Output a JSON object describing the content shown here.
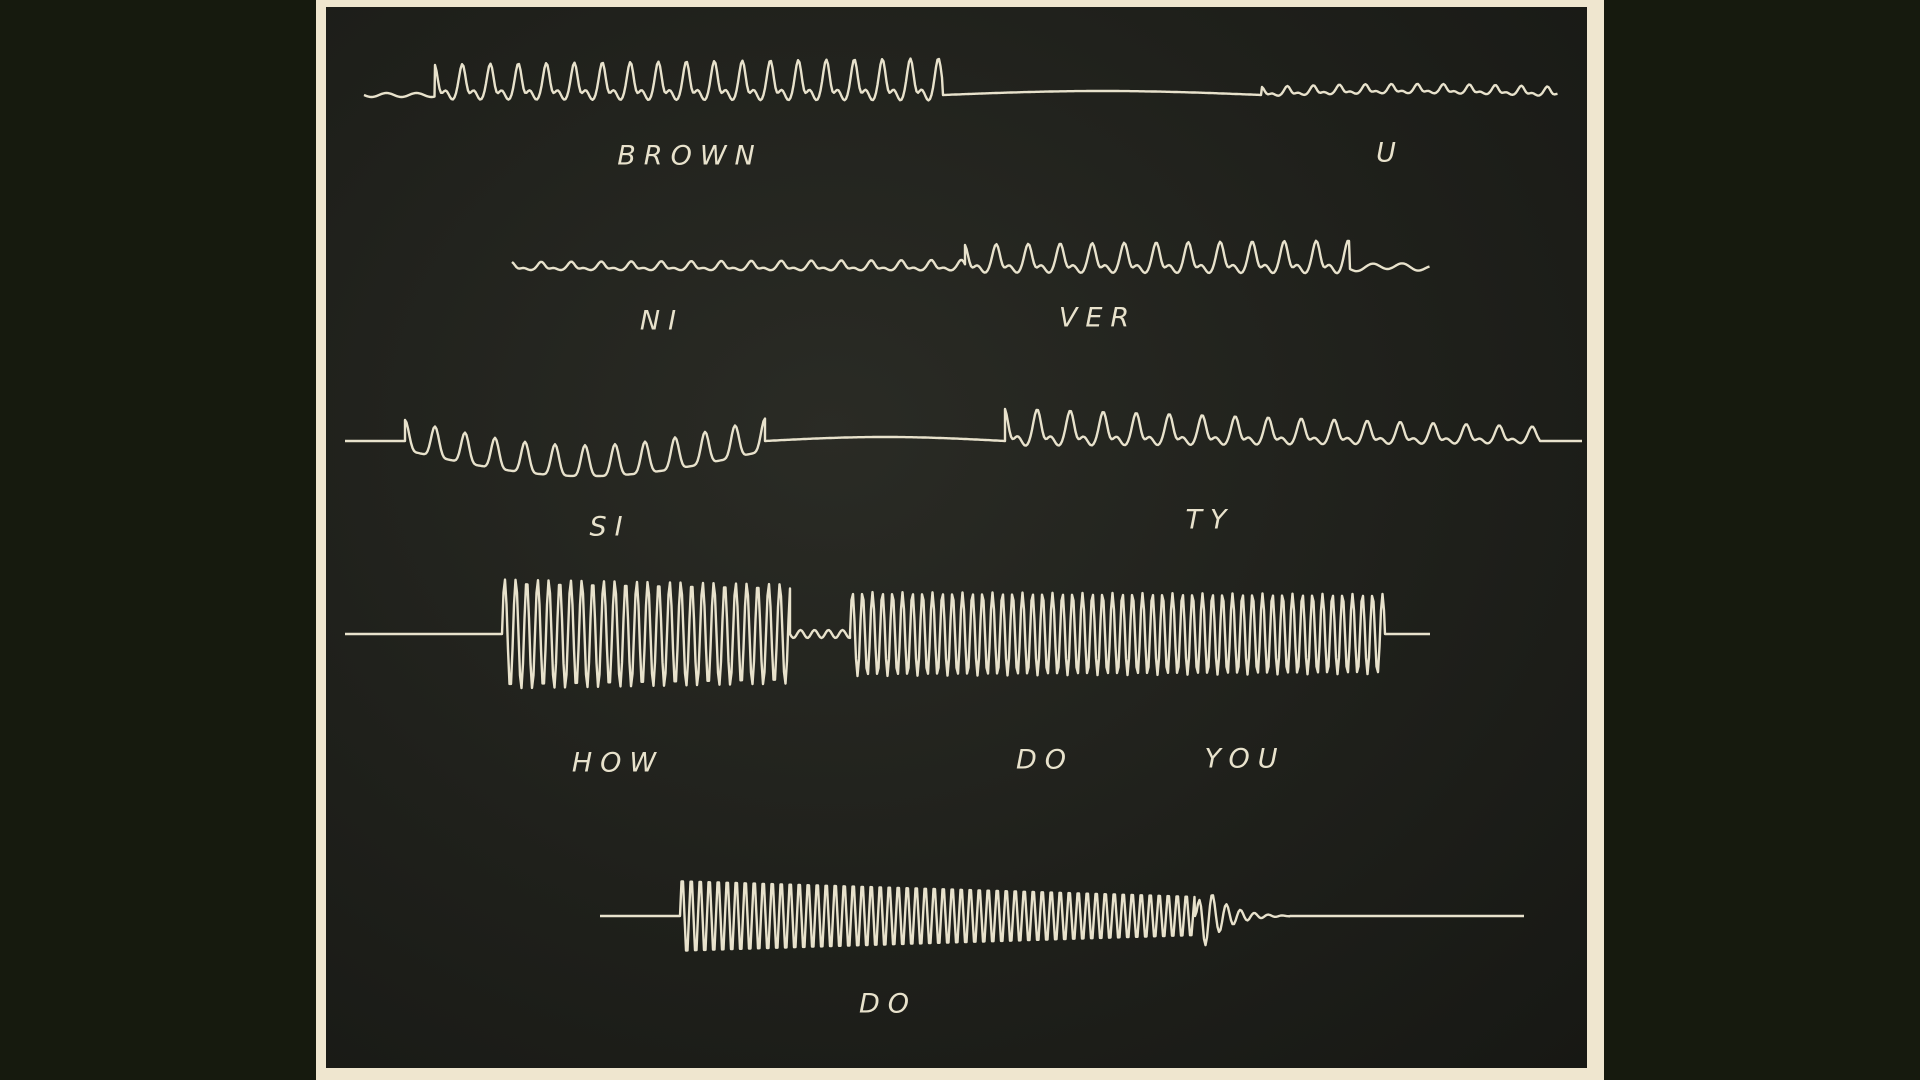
{
  "figure": {
    "rows": [
      {
        "labels": [
          "BROWN",
          "U"
        ]
      },
      {
        "labels": [
          "NI",
          "VER"
        ]
      },
      {
        "labels": [
          "SI",
          "TY"
        ]
      },
      {
        "labels": [
          "HOW",
          "DO",
          "YOU"
        ]
      },
      {
        "labels": [
          "DO"
        ]
      }
    ],
    "trace_color": "#e8e2cc",
    "background_color": "#161a0e",
    "paper_color": "#efe6cf"
  }
}
